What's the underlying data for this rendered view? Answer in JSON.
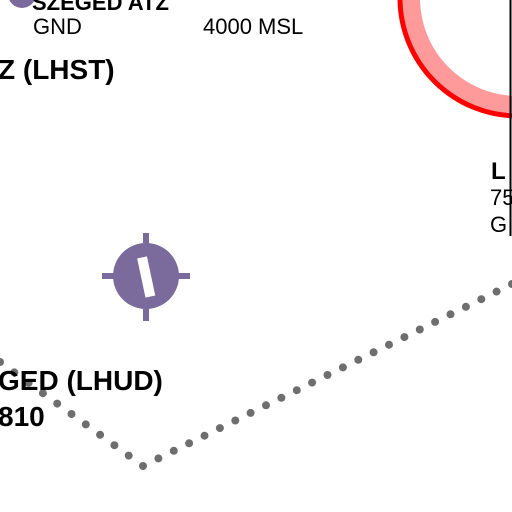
{
  "map": {
    "colors": {
      "background": "#ffffff",
      "restricted_ring": "#ff0000",
      "restricted_ring_band": "#ff9a9a",
      "airport_symbol": "#7b6a9c",
      "airport_runway": "#ffffff",
      "route": "#6e6e6e",
      "boundary_line": "#000000",
      "text": "#000000"
    },
    "airspace_label": {
      "name": "SZEGED ATZ",
      "lower_limit": "GND",
      "upper_limit": "4000 MSL"
    },
    "zone_label": "Z (LHST)",
    "aerodrome": {
      "name": "GED (LHUD)",
      "elevation": "810",
      "symbol": "airport-symbol"
    },
    "right_edge_label": {
      "name": "L",
      "line_1": "75",
      "line_2": "G"
    },
    "route": {
      "style": "dotted",
      "icon": "route-dot"
    }
  }
}
